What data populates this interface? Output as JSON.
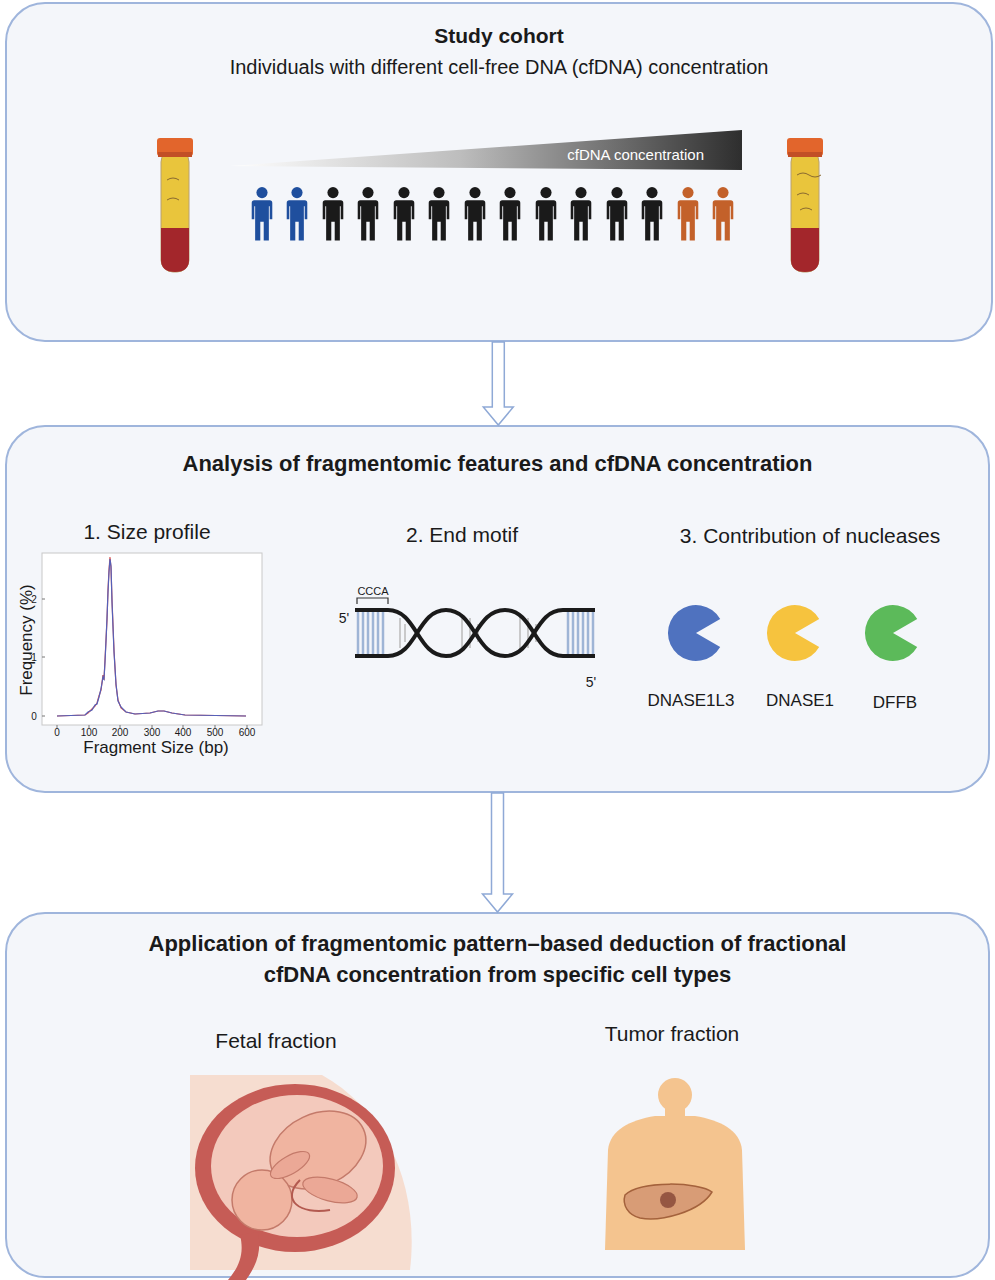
{
  "diagram": {
    "nodes": [
      {
        "text": [
          "Study cohort",
          "Individuals with different cell-free DNA (cfDNA) concentration"
        ]
      },
      {
        "text": [
          "cfDNA concentration"
        ],
        "in": 0
      },
      {
        "text": [
          "Analysis of fragmentomic features and cfDNA concentration"
        ]
      },
      {
        "text": [
          "Application of fragmentomic pattern–based deduction of fractional cfDNA concentration from specific cell types"
        ]
      }
    ],
    "edges": [
      {
        "from": 0,
        "to": 2,
        "arrow": "to"
      },
      {
        "from": 2,
        "to": 3,
        "arrow": "to"
      }
    ],
    "labels": [
      "1. Size profile",
      "Frequency (%)",
      "2",
      "1",
      "0",
      "0",
      "100",
      "200",
      "300",
      "400",
      "500",
      "600",
      "Fragment Size (bp)",
      "2. End motif",
      "CCCA",
      "5'",
      "5'",
      "3. Contribution of nucleases",
      "DNASE1L3",
      "DNASE1",
      "DFFB",
      "Fetal fraction",
      "Tumor fraction"
    ]
  }
}
